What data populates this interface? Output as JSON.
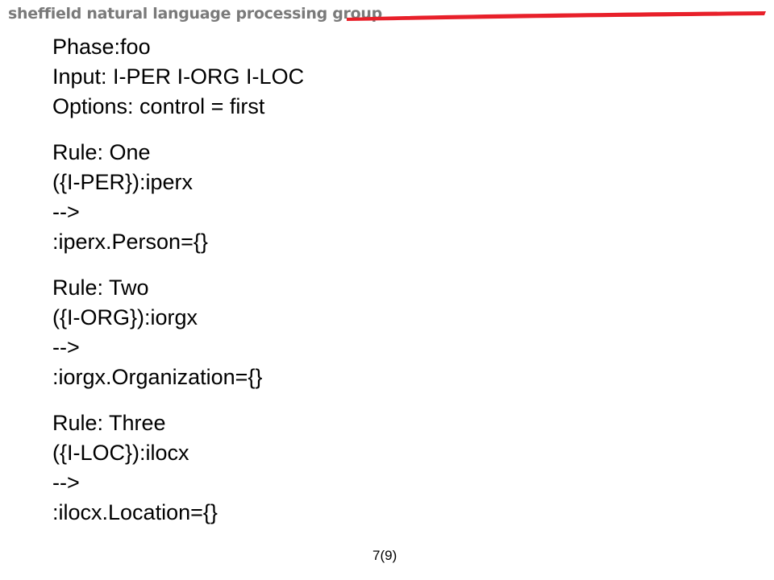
{
  "header": {
    "logo_text": "sheffield natural language processing group",
    "accent_color": "#e8202a"
  },
  "slide": {
    "lines": [
      "Phase:foo",
      "Input: I-PER I-ORG I-LOC",
      "Options: control = first",
      "",
      "Rule: One",
      "({I-PER}):iperx",
      "-->",
      ":iperx.Person={}",
      "",
      "Rule: Two",
      "({I-ORG}):iorgx",
      "-->",
      ":iorgx.Organization={}",
      "",
      "Rule: Three",
      "({I-LOC}):ilocx",
      "-->",
      ":ilocx.Location={}"
    ]
  },
  "footer": {
    "page_number": "7(9)"
  }
}
